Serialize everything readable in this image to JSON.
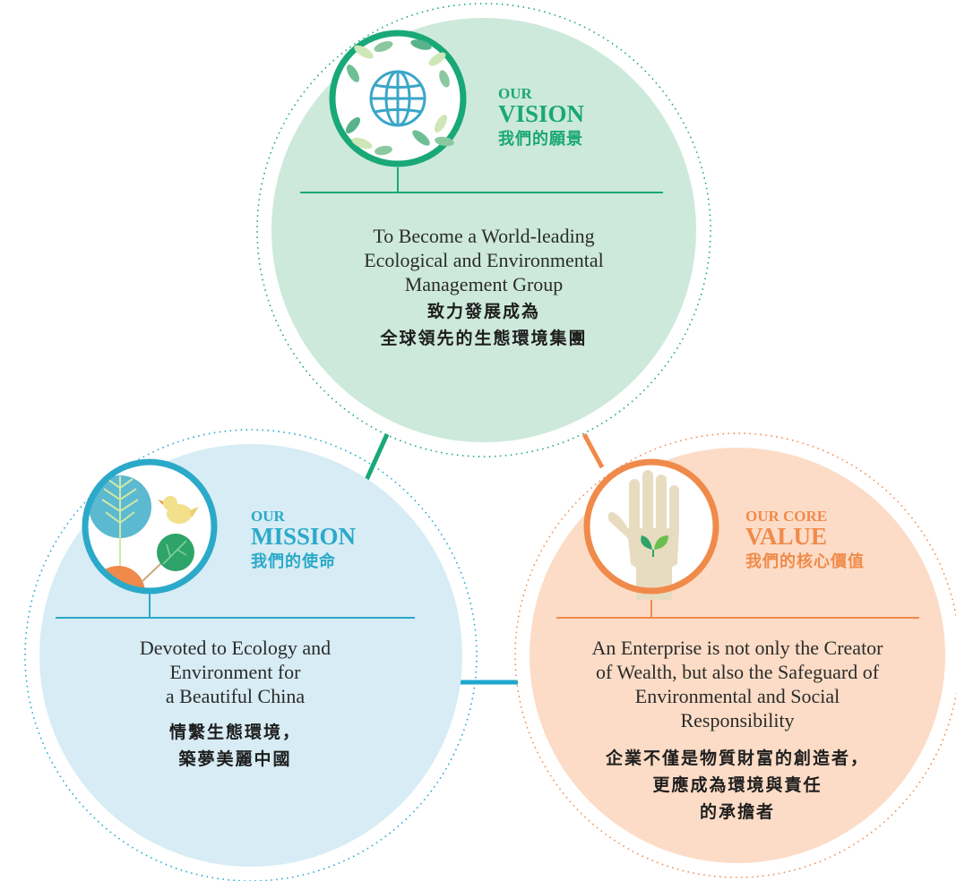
{
  "vision": {
    "small": "OUR",
    "large": "VISION",
    "zh_title": "我們的願景",
    "en_lines": [
      "To Become a World-leading",
      "Ecological and Environmental",
      "Management Group"
    ],
    "zh_lines": [
      "致力發展成為",
      "全球領先的生態環境集團"
    ],
    "icon": "globe-leaves-icon",
    "color": "#19a877",
    "fill": "#cde9dc"
  },
  "mission": {
    "small": "OUR",
    "large": "MISSION",
    "zh_title": "我們的使命",
    "en_lines": [
      "Devoted to Ecology and",
      "Environment for",
      "a Beautiful China"
    ],
    "zh_lines": [
      "情繫生態環境，",
      "築夢美麗中國"
    ],
    "icon": "tree-bird-icon",
    "color": "#2ba9c9",
    "fill": "#d7ecf4"
  },
  "value": {
    "small": "OUR CORE",
    "large": "VALUE",
    "zh_title": "我們的核心價值",
    "en_lines": [
      "An Enterprise is not only the Creator",
      "of Wealth, but also the Safeguard of",
      "Environmental and Social",
      "Responsibility"
    ],
    "zh_lines": [
      "企業不僅是物質財富的創造者，",
      "更應成為環境與責任",
      "的承擔者"
    ],
    "icon": "hand-sprout-icon",
    "color": "#f08a4b",
    "fill": "#fcdcc6"
  }
}
